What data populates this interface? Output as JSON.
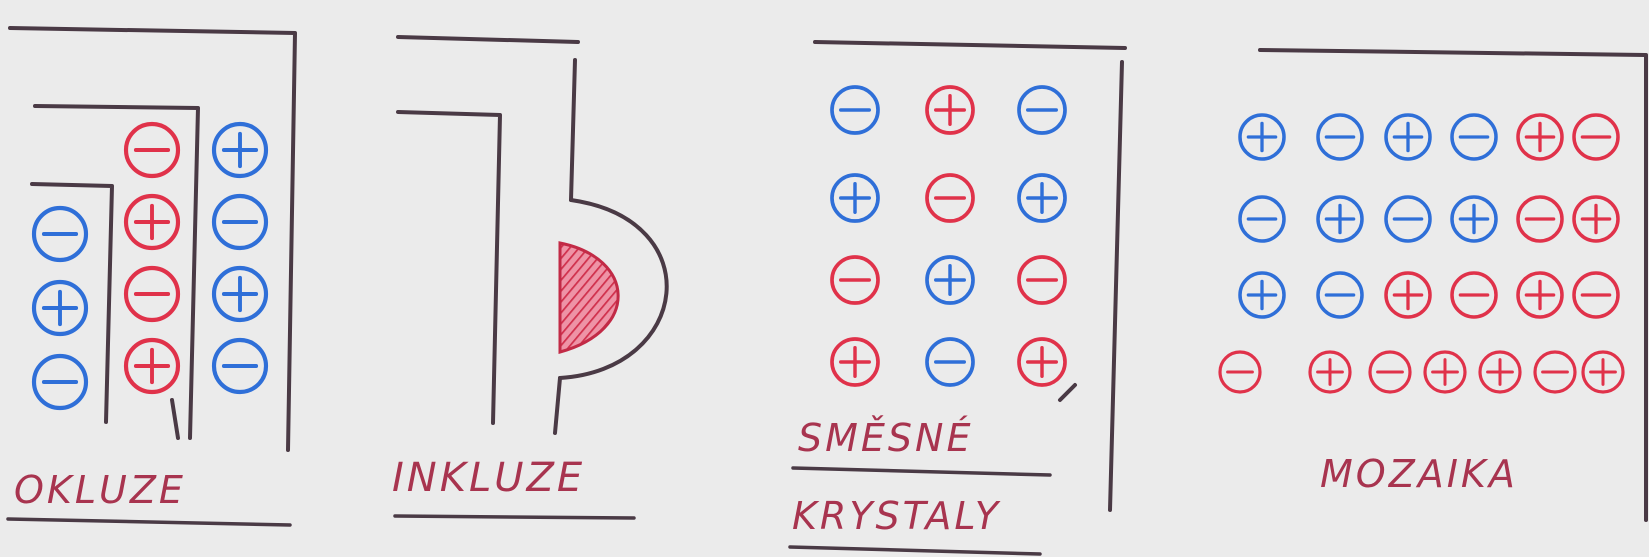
{
  "labels": {
    "okluze": "OKLUZE",
    "inkluze": "INKLUZE",
    "smesne": "SMĚSNÉ",
    "krystaly": "KRYSTALY",
    "mozaika": "MOZAIKA"
  },
  "colors": {
    "blue_ion": "#2f6fd8",
    "red_ion": "#e0324a",
    "wall_ink": "#4a3a45",
    "label_ink": "#a8344f",
    "background": "#ebebeb"
  },
  "ion_legend": {
    "plus": "+",
    "minus": "−"
  },
  "panels": {
    "okluze": {
      "columns": [
        [
          "blue-minus",
          "blue-plus",
          "blue-minus"
        ],
        [
          "red-minus",
          "red-plus",
          "red-minus",
          "red-plus"
        ],
        [
          "blue-plus",
          "blue-minus",
          "blue-plus",
          "blue-minus"
        ]
      ]
    },
    "smesne_krystaly": {
      "rows": [
        [
          "blue-minus",
          "red-plus",
          "blue-minus"
        ],
        [
          "blue-plus",
          "red-minus",
          "blue-plus"
        ],
        [
          "red-minus",
          "blue-plus",
          "red-minus"
        ],
        [
          "red-plus",
          "blue-minus",
          "red-plus"
        ]
      ]
    },
    "mozaika": {
      "rows": [
        [
          "blue-plus",
          "blue-minus",
          "blue-plus",
          "blue-minus",
          "red-plus",
          "red-minus"
        ],
        [
          "blue-minus",
          "blue-plus",
          "blue-minus",
          "blue-plus",
          "red-minus",
          "red-plus"
        ],
        [
          "blue-plus",
          "blue-minus",
          "red-plus",
          "red-minus",
          "red-plus",
          "red-minus"
        ],
        [
          "red-minus",
          "red-plus",
          "red-minus",
          "red-plus",
          "red-plus",
          "red-minus",
          "red-plus"
        ]
      ]
    }
  }
}
